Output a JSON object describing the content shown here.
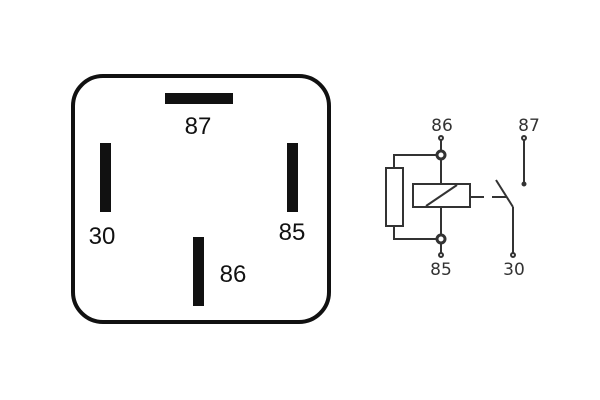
{
  "relay_pinout": {
    "pins": {
      "p87": "87",
      "p30": "30",
      "p85": "85",
      "p86": "86"
    }
  },
  "schematic": {
    "labels": {
      "p86": "86",
      "p85": "85",
      "p87": "87",
      "p30": "30"
    }
  },
  "colors": {
    "ink": "#111111",
    "schematic_ink": "#333333"
  }
}
